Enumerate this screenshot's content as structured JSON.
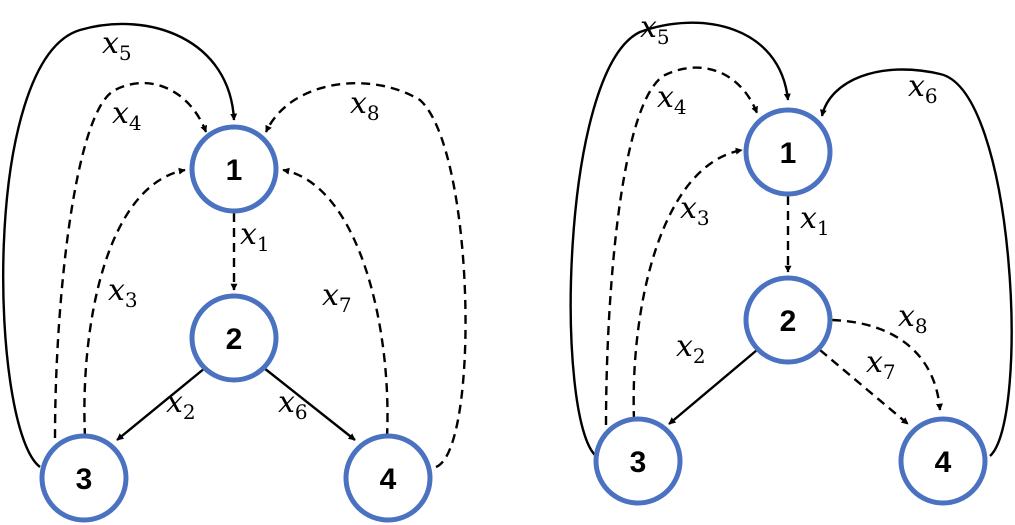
{
  "colors": {
    "node_stroke": "#4a72c0",
    "edge": "#000000",
    "background": "#ffffff"
  },
  "graphs": [
    {
      "name": "left-graph",
      "nodes": [
        {
          "id": "1",
          "label": "1"
        },
        {
          "id": "2",
          "label": "2"
        },
        {
          "id": "3",
          "label": "3"
        },
        {
          "id": "4",
          "label": "4"
        }
      ],
      "edges": [
        {
          "id": "x1",
          "var": "x",
          "sub": "1",
          "from": "1",
          "to": "2",
          "style": "dashed"
        },
        {
          "id": "x2",
          "var": "x",
          "sub": "2",
          "from": "2",
          "to": "3",
          "style": "solid"
        },
        {
          "id": "x3",
          "var": "x",
          "sub": "3",
          "from": "3",
          "to": "1",
          "style": "dashed"
        },
        {
          "id": "x4",
          "var": "x",
          "sub": "4",
          "from": "3",
          "to": "1",
          "style": "dashed"
        },
        {
          "id": "x5",
          "var": "x",
          "sub": "5",
          "from": "3",
          "to": "1",
          "style": "solid"
        },
        {
          "id": "x6",
          "var": "x",
          "sub": "6",
          "from": "2",
          "to": "4",
          "style": "solid"
        },
        {
          "id": "x7",
          "var": "x",
          "sub": "7",
          "from": "4",
          "to": "1",
          "style": "dashed"
        },
        {
          "id": "x8",
          "var": "x",
          "sub": "8",
          "from": "4",
          "to": "1",
          "style": "dashed"
        }
      ]
    },
    {
      "name": "right-graph",
      "nodes": [
        {
          "id": "1",
          "label": "1"
        },
        {
          "id": "2",
          "label": "2"
        },
        {
          "id": "3",
          "label": "3"
        },
        {
          "id": "4",
          "label": "4"
        }
      ],
      "edges": [
        {
          "id": "x1",
          "var": "x",
          "sub": "1",
          "from": "1",
          "to": "2",
          "style": "dashed"
        },
        {
          "id": "x2",
          "var": "x",
          "sub": "2",
          "from": "2",
          "to": "3",
          "style": "solid"
        },
        {
          "id": "x3",
          "var": "x",
          "sub": "3",
          "from": "3",
          "to": "1",
          "style": "dashed"
        },
        {
          "id": "x4",
          "var": "x",
          "sub": "4",
          "from": "3",
          "to": "1",
          "style": "dashed"
        },
        {
          "id": "x5",
          "var": "x",
          "sub": "5",
          "from": "3",
          "to": "1",
          "style": "solid"
        },
        {
          "id": "x6",
          "var": "x",
          "sub": "6",
          "from": "4",
          "to": "1",
          "style": "solid"
        },
        {
          "id": "x7",
          "var": "x",
          "sub": "7",
          "from": "2",
          "to": "4",
          "style": "dashed"
        },
        {
          "id": "x8",
          "var": "x",
          "sub": "8",
          "from": "2",
          "to": "4",
          "style": "dashed"
        }
      ]
    }
  ]
}
